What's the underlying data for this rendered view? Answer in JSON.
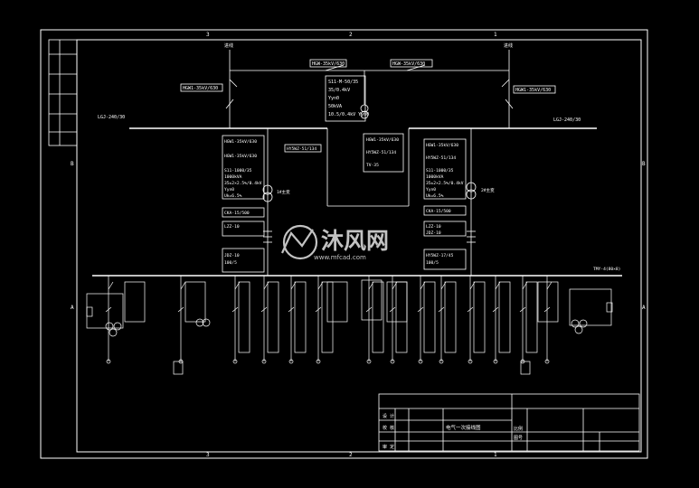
{
  "drawing": {
    "background": "#000000",
    "line_color": "#ffffff",
    "border_letters": {
      "left": [
        "B",
        "A"
      ],
      "right": [
        "B",
        "A"
      ]
    },
    "border_numbers": {
      "top": [
        "3",
        "2",
        "1"
      ],
      "bottom": [
        "3",
        "2",
        "1"
      ]
    },
    "busbar_labels": {
      "left": "LGJ-240/30",
      "right": "LGJ-240/30"
    },
    "incoming_labels": {
      "left": "进线",
      "right": "进线"
    },
    "top_devices": {
      "left_switch": "HGW-35kV/630",
      "right_switch": "HGW-35kV/630",
      "left_arrester": "HGW1-35kV/630",
      "right_arrester": "HGW1-35kV/630"
    },
    "station_transformer": [
      "S11-M-50/35",
      "35/0.4kV",
      "Yyn0",
      "50kVA",
      "10.5/0.4kV Yyn0"
    ],
    "left_main_feed": [
      "HGW1-35kV/630",
      "HGW1-35kV/630",
      "HY5WZ-51/134"
    ],
    "left_transformer_block": [
      "S11-1000/35",
      "1000kVA",
      "35±2×2.5%/0.4kV",
      "Yyn0",
      "Uk=6.5%"
    ],
    "left_transformer_label": "1#主变",
    "right_transformer_label": "2#主变",
    "center_block": [
      "HGW1-35kV/630",
      "HY5WZ-51/134",
      "TV-35"
    ],
    "right_main_feed": [
      "HGW1-35kV/630",
      "HY5WZ-51/134",
      "HY5WZ-17/45"
    ],
    "right_transformer_block": [
      "S11-1000/35",
      "1000kVA",
      "35±2×2.5%/0.4kV",
      "Yyn0",
      "Uk=6.5%"
    ],
    "left_lower_block": [
      "CKA-15/500",
      "LZZ-10",
      "JDZ-10",
      "100/5"
    ],
    "right_lower_block": [
      "CKA-15/500",
      "LZZ-10",
      "JDZ-10",
      "100/5"
    ],
    "lv_busbar_label": "TMY-4(80×8)",
    "title_block": {
      "drawing_name": "电气一次接线图",
      "scale_label": "比例",
      "sheet_label": "图号",
      "rows": [
        "设 计",
        "校 核",
        "审 定"
      ]
    },
    "watermark": {
      "cn": "沐风网",
      "url": "www.mfcad.com"
    }
  }
}
